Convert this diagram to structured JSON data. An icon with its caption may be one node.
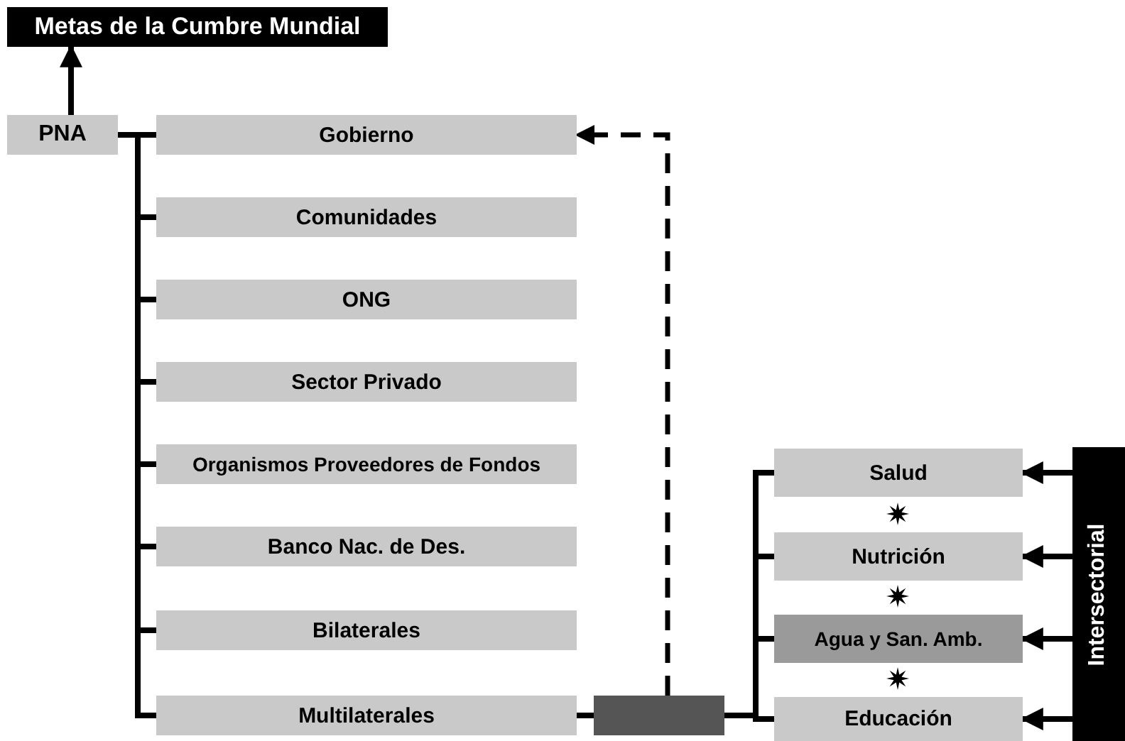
{
  "diagram": {
    "nodes": [
      {
        "text": [
          "Metas de la Cumbre Mundial"
        ]
      },
      {
        "text": [
          "PNA"
        ]
      },
      {
        "text": [
          "Gobierno"
        ]
      },
      {
        "text": [
          "Comunidades"
        ]
      },
      {
        "text": [
          "ONG"
        ]
      },
      {
        "text": [
          "Sector Privado"
        ]
      },
      {
        "text": [
          "Organismos Proveedores de Fondos"
        ]
      },
      {
        "text": [
          "Banco Nac. de Des."
        ]
      },
      {
        "text": [
          "Bilaterales"
        ]
      },
      {
        "text": [
          "Multilaterales"
        ]
      },
      {
        "text": [],
        "shape": "box"
      },
      {
        "text": [
          "Salud"
        ]
      },
      {
        "text": [
          "Nutrición"
        ]
      },
      {
        "text": [
          "Agua y San. Amb."
        ]
      },
      {
        "text": [
          "Educación"
        ]
      },
      {
        "text": [
          "Intersectorial"
        ]
      }
    ],
    "edges": [
      {
        "from": 1,
        "to": 0,
        "arrow": "to"
      },
      {
        "from": 1,
        "to": 2,
        "arrow": "none"
      },
      {
        "from": 1,
        "to": 3,
        "arrow": "none"
      },
      {
        "from": 1,
        "to": 4,
        "arrow": "none"
      },
      {
        "from": 1,
        "to": 5,
        "arrow": "none"
      },
      {
        "from": 1,
        "to": 6,
        "arrow": "none"
      },
      {
        "from": 1,
        "to": 7,
        "arrow": "none"
      },
      {
        "from": 1,
        "to": 8,
        "arrow": "none"
      },
      {
        "from": 1,
        "to": 9,
        "arrow": "none"
      },
      {
        "from": 9,
        "to": 10,
        "arrow": "none"
      },
      {
        "from": 10,
        "to": 11,
        "arrow": "none"
      },
      {
        "from": 10,
        "to": 12,
        "arrow": "none"
      },
      {
        "from": 10,
        "to": 13,
        "arrow": "none"
      },
      {
        "from": 10,
        "to": 14,
        "arrow": "none"
      },
      {
        "from": 10,
        "to": 2,
        "arrow": "to",
        "style": "dashed"
      },
      {
        "from": 15,
        "to": 11,
        "arrow": "to"
      },
      {
        "from": 15,
        "to": 12,
        "arrow": "to"
      },
      {
        "from": 15,
        "to": 13,
        "arrow": "to"
      },
      {
        "from": 15,
        "to": 14,
        "arrow": "to"
      }
    ]
  }
}
